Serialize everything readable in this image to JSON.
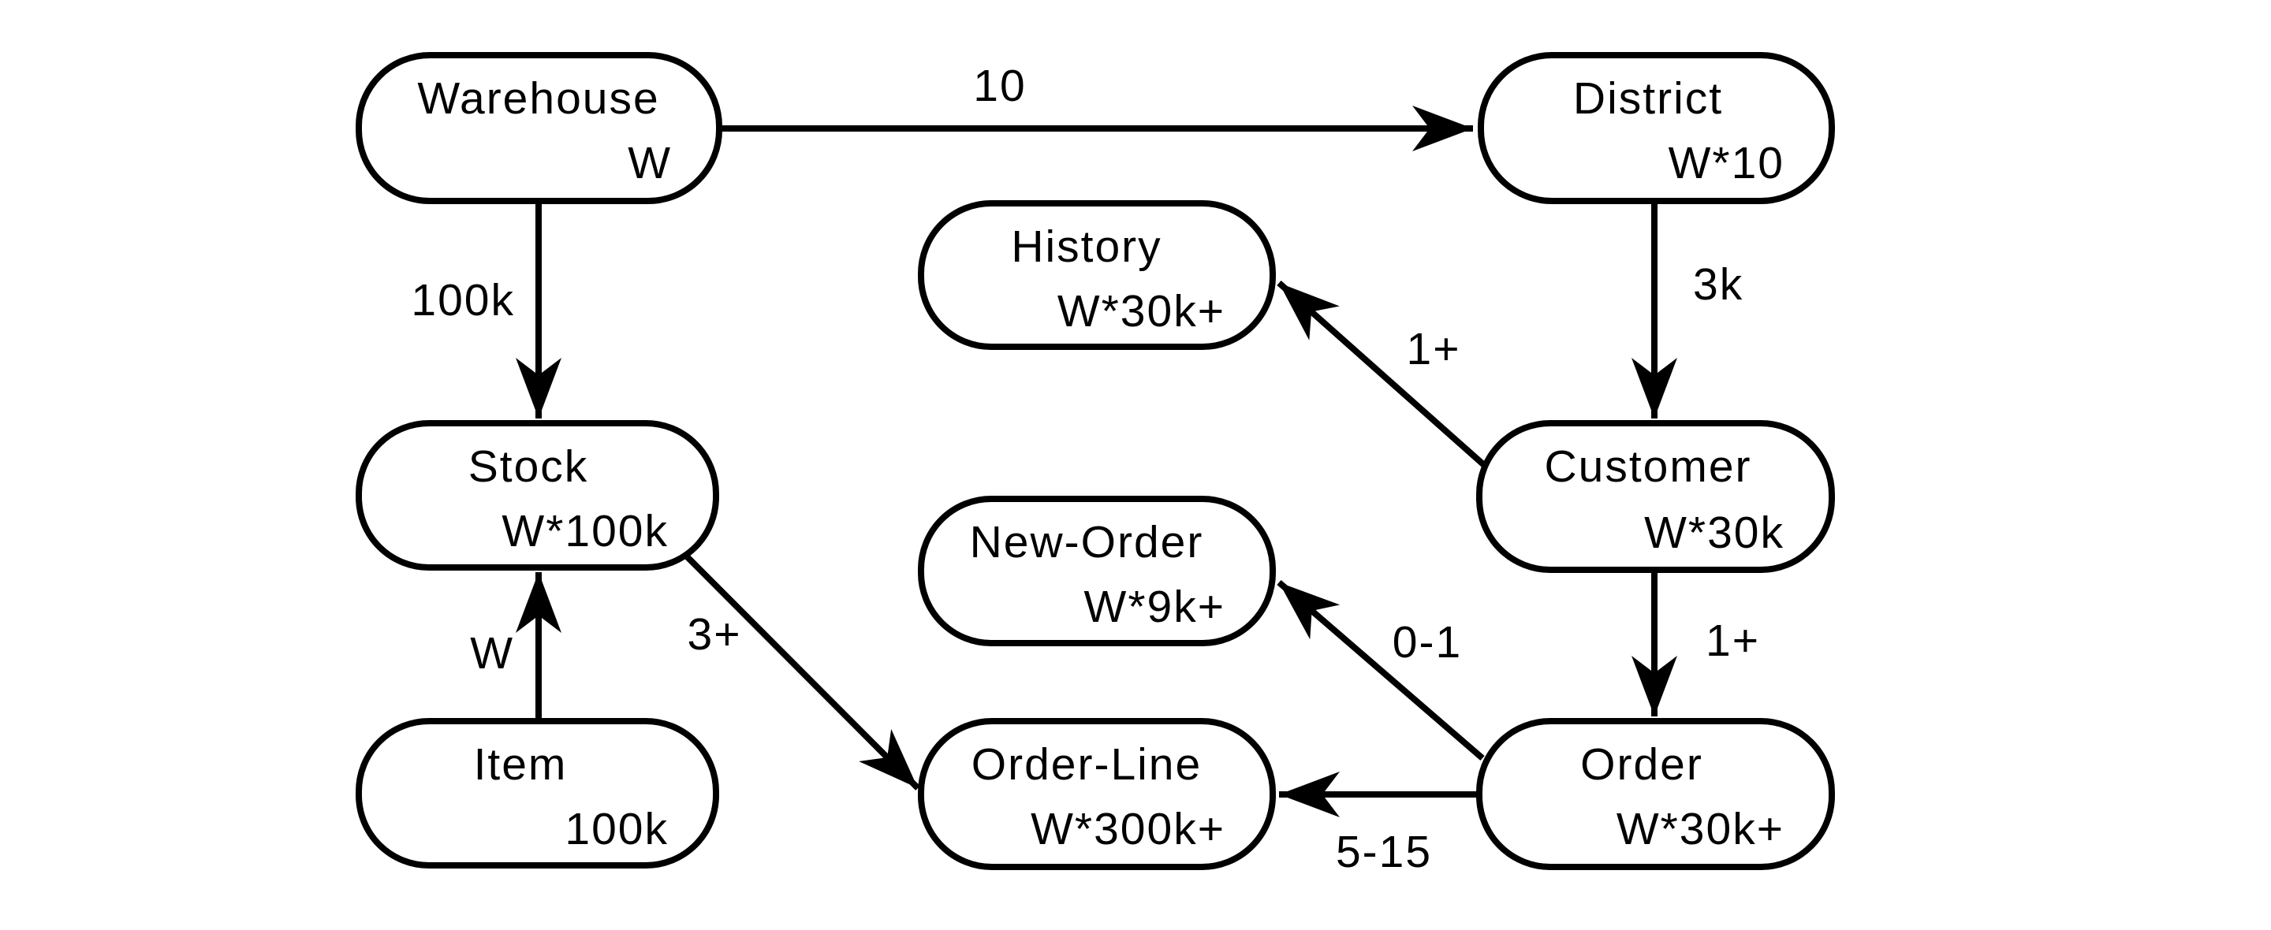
{
  "diagram": {
    "type": "entity-relationship-diagram",
    "background": "#ffffff",
    "line_color": "#000000"
  },
  "nodes": {
    "warehouse": {
      "name": "Warehouse",
      "cardinality": "W"
    },
    "district": {
      "name": "District",
      "cardinality": "W*10"
    },
    "history": {
      "name": "History",
      "cardinality": "W*30k+"
    },
    "stock": {
      "name": "Stock",
      "cardinality": "W*100k"
    },
    "customer": {
      "name": "Customer",
      "cardinality": "W*30k"
    },
    "new_order": {
      "name": "New-Order",
      "cardinality": "W*9k+"
    },
    "item": {
      "name": "Item",
      "cardinality": "100k"
    },
    "order_line": {
      "name": "Order-Line",
      "cardinality": "W*300k+"
    },
    "order": {
      "name": "Order",
      "cardinality": "W*30k+"
    }
  },
  "edges": {
    "warehouse_district": {
      "from": "Warehouse",
      "to": "District",
      "label": "10"
    },
    "warehouse_stock": {
      "from": "Warehouse",
      "to": "Stock",
      "label": "100k"
    },
    "district_customer": {
      "from": "District",
      "to": "Customer",
      "label": "3k"
    },
    "customer_history": {
      "from": "Customer",
      "to": "History",
      "label": "1+"
    },
    "customer_order": {
      "from": "Customer",
      "to": "Order",
      "label": "1+"
    },
    "item_stock": {
      "from": "Item",
      "to": "Stock",
      "label": "W"
    },
    "stock_order_line": {
      "from": "Stock",
      "to": "Order-Line",
      "label": "3+"
    },
    "order_new_order": {
      "from": "Order",
      "to": "New-Order",
      "label": "0-1"
    },
    "order_order_line": {
      "from": "Order",
      "to": "Order-Line",
      "label": "5-15"
    }
  }
}
